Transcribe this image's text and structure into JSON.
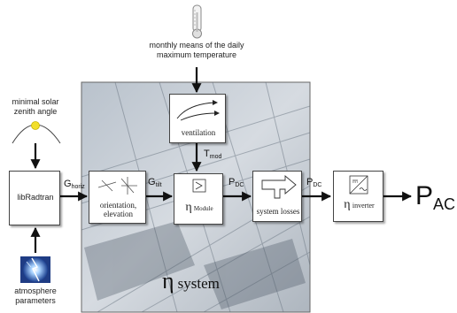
{
  "top_input": {
    "icon": "thermometer-icon",
    "line1": "monthly means of the daily",
    "line2": "maximum temperature"
  },
  "left_input": {
    "icon": "sun-arc-icon",
    "line1": "minimal solar",
    "line2": "zenith angle"
  },
  "bottom_input": {
    "icon": "lightning-photo-icon",
    "line1": "atmosphere",
    "line2": "parameters"
  },
  "boxes": {
    "libradtran": {
      "label": "libRadtran"
    },
    "orientation": {
      "line1": "orientation,",
      "line2": "elevation"
    },
    "ventilation": {
      "label": "ventilation"
    },
    "module": {
      "eta": "η",
      "label": "Module"
    },
    "losses": {
      "label": "system losses"
    },
    "inverter": {
      "eta": "η",
      "label": "inverter"
    }
  },
  "flows": {
    "g_horiz": {
      "main": "G",
      "sub": "horiz"
    },
    "g_tilt": {
      "main": "G",
      "sub": "tilt"
    },
    "t_mod": {
      "main": "T",
      "sub": "mod"
    },
    "p_dc_1": {
      "main": "P",
      "sub": "DC"
    },
    "p_dc_2": {
      "main": "P",
      "sub": "DC"
    },
    "p_ac": {
      "main": "P",
      "sub": "AC"
    }
  },
  "system_label": {
    "eta": "η",
    "text": "system"
  },
  "colors": {
    "panel_background": "#c9cfd6",
    "sun": "#f2df2a",
    "arrow": "#111111"
  }
}
